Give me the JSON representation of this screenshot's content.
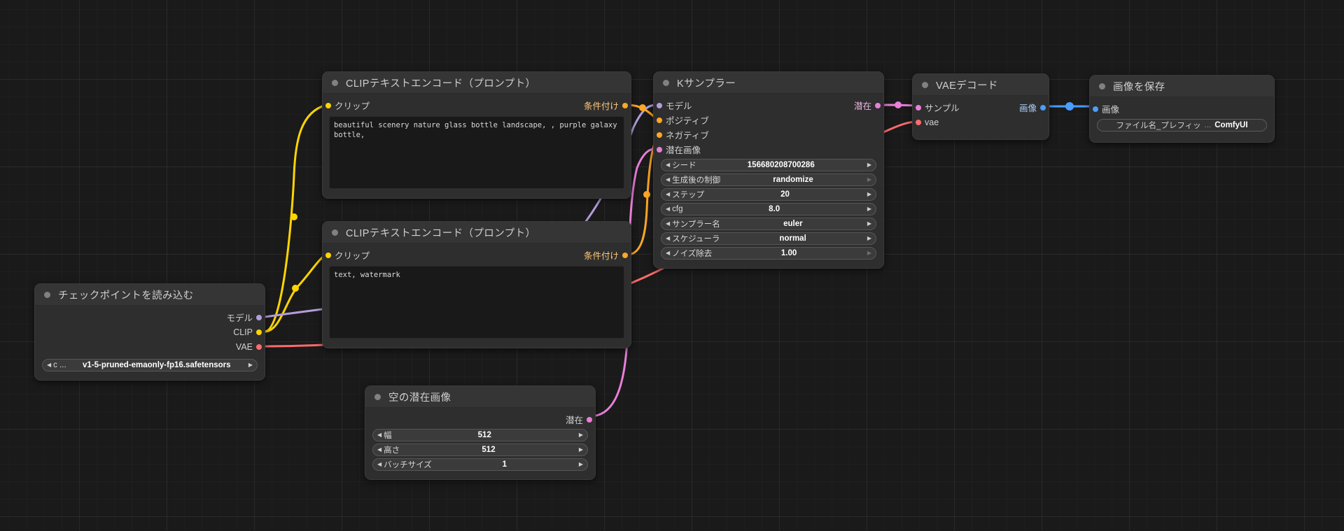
{
  "app": {
    "canvas_name": "comfyui-workflow-canvas"
  },
  "colors": {
    "model": "#b39ddb",
    "clip": "#ffd500",
    "vae": "#ff6b6b",
    "conditioning": "#ffa726",
    "latent": "#e87fd8",
    "image": "#4a9eff",
    "node_body": "#2e2e2e",
    "node_title": "#353535",
    "canvas_bg": "#1a1a1a"
  },
  "nodes": {
    "checkpoint_loader": {
      "title": "チェックポイントを読み込む",
      "outputs": [
        {
          "label": "モデル",
          "color": "#b39ddb"
        },
        {
          "label": "CLIP",
          "color": "#ffd500"
        },
        {
          "label": "VAE",
          "color": "#ff6b6b"
        }
      ],
      "widgets": [
        {
          "label": "c ...",
          "value": "v1-5-pruned-emaonly-fp16.safetensors"
        }
      ]
    },
    "clip_positive": {
      "title": "CLIPテキストエンコード（プロンプト）",
      "input": {
        "label": "クリップ",
        "color": "#ffd500"
      },
      "output": {
        "label": "条件付け",
        "color": "#ffa726"
      },
      "text": "beautiful scenery nature glass bottle landscape, , purple galaxy bottle,"
    },
    "clip_negative": {
      "title": "CLIPテキストエンコード（プロンプト）",
      "input": {
        "label": "クリップ",
        "color": "#ffd500"
      },
      "output": {
        "label": "条件付け",
        "color": "#ffa726"
      },
      "text": "text, watermark"
    },
    "empty_latent": {
      "title": "空の潜在画像",
      "output": {
        "label": "潜在",
        "color": "#e87fd8"
      },
      "widgets": [
        {
          "label": "幅",
          "value": "512"
        },
        {
          "label": "高さ",
          "value": "512"
        },
        {
          "label": "バッチサイズ",
          "value": "1"
        }
      ]
    },
    "ksampler": {
      "title": "Kサンプラー",
      "inputs": [
        {
          "label": "モデル",
          "color": "#b39ddb"
        },
        {
          "label": "ポジティブ",
          "color": "#ffa726"
        },
        {
          "label": "ネガティブ",
          "color": "#ffa726"
        },
        {
          "label": "潜在画像",
          "color": "#e87fd8"
        }
      ],
      "output": {
        "label": "潜在",
        "color": "#e87fd8"
      },
      "widgets": [
        {
          "label": "シード",
          "value": "156680208700286",
          "right_arrow": true
        },
        {
          "label": "生成後の制御",
          "value": "randomize",
          "right_arrow": false
        },
        {
          "label": "ステップ",
          "value": "20",
          "right_arrow": true
        },
        {
          "label": "cfg",
          "value": "8.0",
          "right_arrow": true
        },
        {
          "label": "サンプラー名",
          "value": "euler",
          "right_arrow": true
        },
        {
          "label": "スケジューラ",
          "value": "normal",
          "right_arrow": true
        },
        {
          "label": "ノイズ除去",
          "value": "1.00",
          "right_arrow": false
        }
      ]
    },
    "vae_decode": {
      "title": "VAEデコード",
      "inputs": [
        {
          "label": "サンプル",
          "color": "#e87fd8"
        },
        {
          "label": "vae",
          "color": "#ff6b6b"
        }
      ],
      "output": {
        "label": "画像",
        "color": "#4a9eff"
      }
    },
    "save_image": {
      "title": "画像を保存",
      "input": {
        "label": "画像",
        "color": "#4a9eff"
      },
      "widgets": [
        {
          "label": "ファイル名_プレフィッ",
          "ellipsis": "...",
          "value": "ComfyUI"
        }
      ]
    }
  }
}
